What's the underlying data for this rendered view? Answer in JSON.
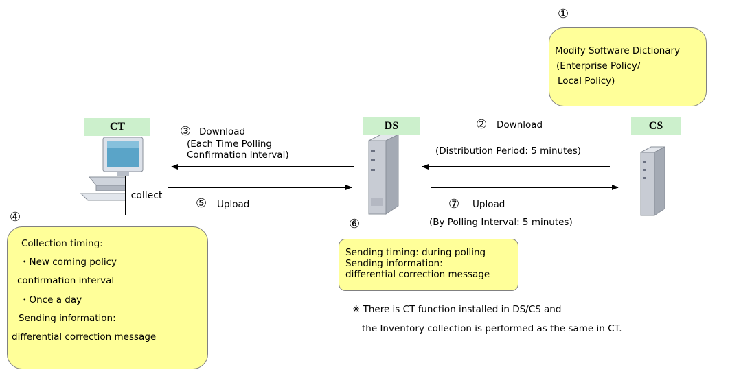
{
  "nodes": {
    "ct": "CT",
    "ds": "DS",
    "cs": "CS",
    "collect": "collect"
  },
  "steps": {
    "s1": {
      "num": "①",
      "lines": [
        "Modify Software Dictionary",
        "(Enterprise Policy/",
        "Local Policy)"
      ]
    },
    "s2": {
      "num": "②",
      "title": "Download",
      "detail": "(Distribution Period: 5 minutes)"
    },
    "s3": {
      "num": "③",
      "title": "Download",
      "detail_lines": [
        "(Each Time Polling",
        "Confirmation Interval)"
      ]
    },
    "s4": {
      "num": "④",
      "lines": [
        "Collection timing:",
        "・New coming policy",
        "confirmation interval",
        "・Once a day",
        "Sending information:",
        "differential correction message"
      ]
    },
    "s5": {
      "num": "⑤",
      "title": "Upload"
    },
    "s6": {
      "num": "⑥",
      "lines": [
        "Sending timing: during polling",
        "Sending information:",
        "differential correction message"
      ]
    },
    "s7": {
      "num": "⑦",
      "title": "Upload",
      "detail": "(By Polling Interval: 5 minutes)"
    }
  },
  "footnote": {
    "lines": [
      "※ There is CT function installed in DS/CS and",
      "the Inventory collection is performed as the same in CT."
    ]
  },
  "colors": {
    "label_bg": "#ccf0cc",
    "note_bg": "#ffff99",
    "server_body": "#c8ccd4",
    "monitor_screen": "#5aa4c8"
  }
}
